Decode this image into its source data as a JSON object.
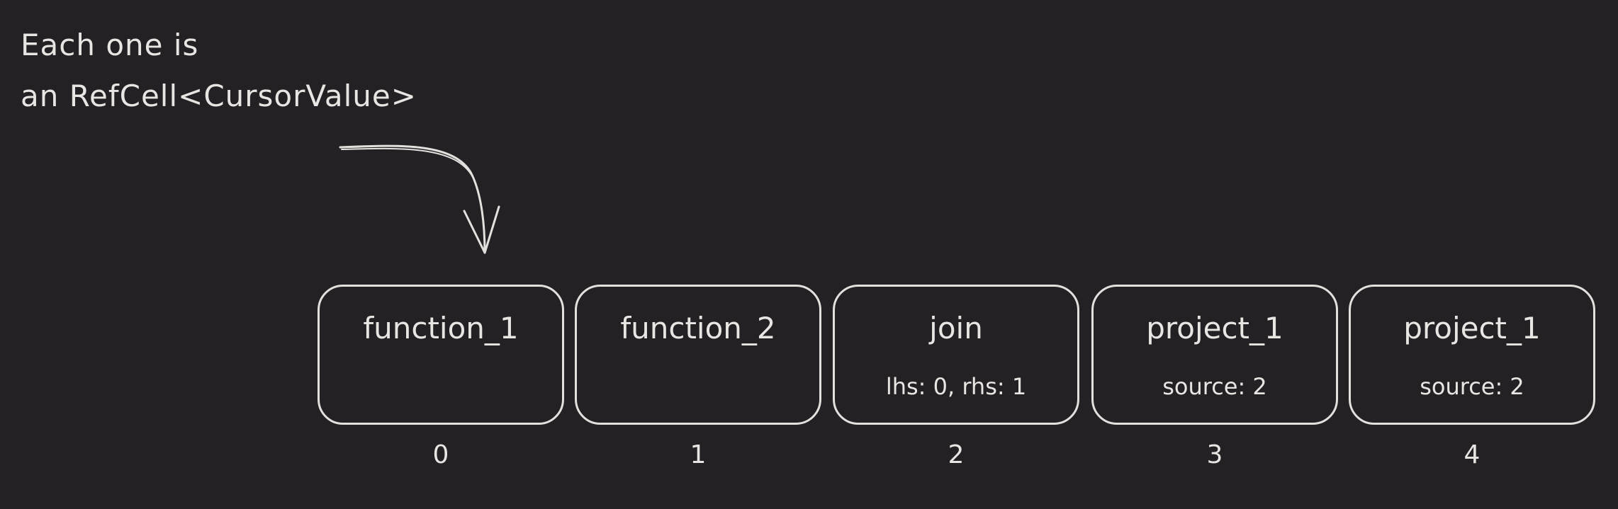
{
  "note": {
    "line1": "Each one is",
    "line2": "an RefCell<CursorValue>"
  },
  "cells": [
    {
      "title": "function_1",
      "sub": "",
      "index": "0"
    },
    {
      "title": "function_2",
      "sub": "",
      "index": "1"
    },
    {
      "title": "join",
      "sub": "lhs: 0, rhs: 1",
      "index": "2"
    },
    {
      "title": "project_1",
      "sub": "source: 2",
      "index": "3"
    },
    {
      "title": "project_1",
      "sub": "source: 2",
      "index": "4"
    }
  ],
  "colors": {
    "background": "#232123",
    "stroke": "#e3e1de"
  }
}
